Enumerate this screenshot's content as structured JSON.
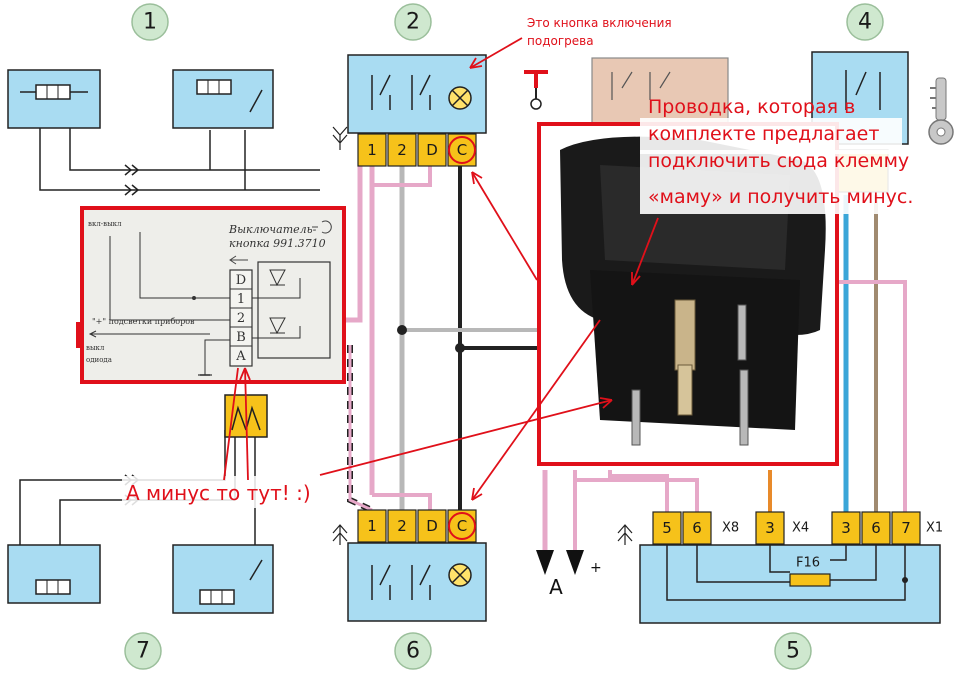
{
  "callouts": {
    "switch_note_line1": "Это кнопка включения",
    "switch_note_line2": "подогрева",
    "wiring_note_line1": "Проводка, которая в",
    "wiring_note_line2": "комплекте предлагает",
    "wiring_note_line3": "подключить сюда клемму",
    "wiring_note_line4": "«маму» и получить минус.",
    "minus_note": "А минус то тут! :)"
  },
  "circle_numbers": [
    "1",
    "2",
    "4",
    "7",
    "6",
    "5"
  ],
  "switch_top": {
    "pins": [
      "1",
      "2",
      "D",
      "C"
    ]
  },
  "switch_bottom": {
    "pins": [
      "1",
      "2",
      "D",
      "C"
    ]
  },
  "block5": {
    "x8_pins": [
      "5",
      "6"
    ],
    "x8_label": "X8",
    "x4_pins": [
      "3"
    ],
    "x4_label": "X4",
    "x1_pins": [
      "3",
      "6",
      "7"
    ],
    "x1_label": "X1",
    "fuse_label": "F16"
  },
  "terminals": {
    "A": "A",
    "plus": "+"
  },
  "scan": {
    "title_line1": "Выключатель-",
    "title_line2": "кнопка 991.3710",
    "pins": [
      "D",
      "1",
      "2",
      "B",
      "A"
    ],
    "text_backlight": "\"+\" подсветки приборов",
    "text_vykl": "выкл",
    "text_diode": "одиода",
    "text_top_left": "вкл-выкл"
  },
  "colors": {
    "callout": "#e0101a",
    "block_fill": "#a9dcf2",
    "pin_fill": "#f6c21a",
    "circle_fill": "#cfe8cf"
  },
  "icons": [
    "key-icon",
    "lamp-icon",
    "ground-symbol-icon",
    "terminal-marker-icon"
  ]
}
